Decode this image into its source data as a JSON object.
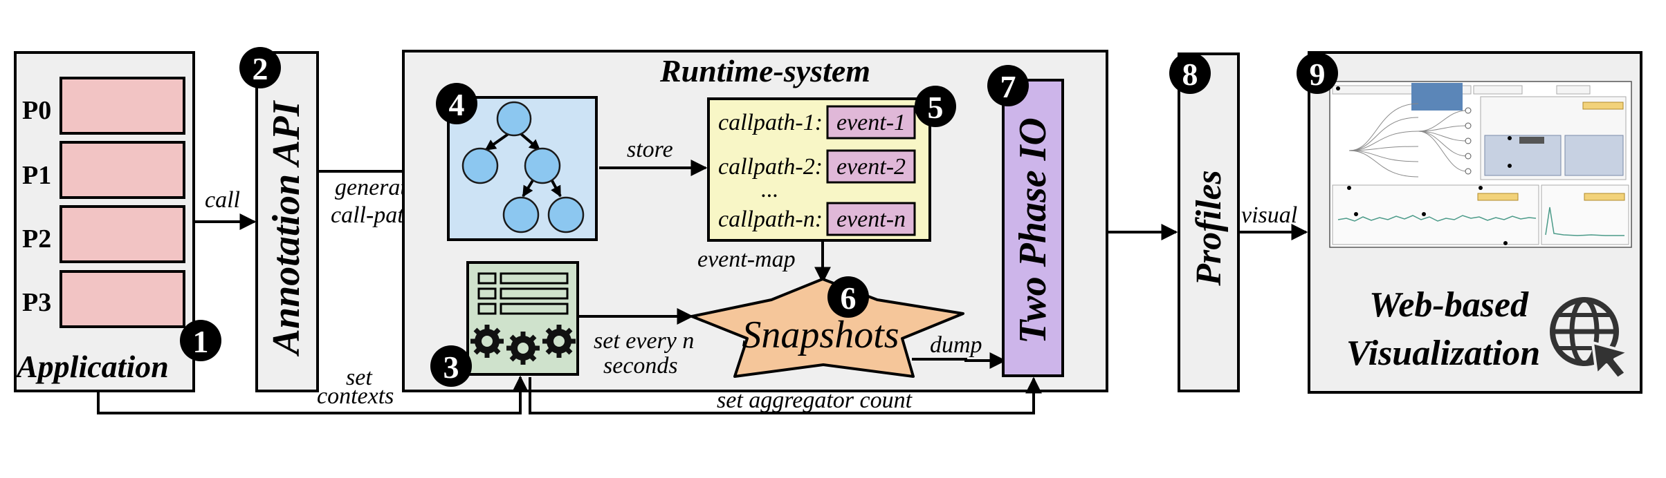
{
  "application": {
    "label": "Application",
    "processes": [
      "P0",
      "P1",
      "P2",
      "P3"
    ],
    "number": "1"
  },
  "annotation_api": {
    "label": "Annotation API",
    "number": "2"
  },
  "config": {
    "number": "3"
  },
  "call_tree": {
    "number": "4"
  },
  "event_map": {
    "number": "5",
    "rows": [
      {
        "callpath": "callpath-1:",
        "event": "event-1"
      },
      {
        "callpath": "callpath-2:",
        "event": "event-2"
      },
      {
        "callpath": "callpath-n:",
        "event": "event-n"
      }
    ],
    "ellipsis": "..."
  },
  "snapshots": {
    "label": "Snapshots",
    "number": "6"
  },
  "runtime": {
    "title": "Runtime-system"
  },
  "two_phase_io": {
    "label": "Two Phase IO",
    "number": "7"
  },
  "profiles": {
    "label": "Profiles",
    "number": "8"
  },
  "web_vis": {
    "line1": "Web-based",
    "line2": "Visualization",
    "number": "9",
    "icon": "globe-cursor-icon"
  },
  "edges": {
    "call": "call",
    "generate_1": "generate",
    "generate_2": "call-paths",
    "store": "store",
    "event_map": "event-map",
    "set_every_1": "set every n",
    "set_every_2": "seconds",
    "dump": "dump",
    "set_contexts_1": "set",
    "set_contexts_2": "contexts",
    "set_aggregator": "set aggregator count",
    "visual": "visual"
  },
  "colors": {
    "panel_bg": "#efefef",
    "process": "#f2c4c4",
    "tree_bg": "#cde3f5",
    "node": "#8cc7f0",
    "event_map_bg": "#f8f6c6",
    "event_tag": "#e0b8d8",
    "config_bg": "#cfe2cc",
    "snapshot": "#f5c69a",
    "two_phase_io": "#cdb5ea"
  }
}
